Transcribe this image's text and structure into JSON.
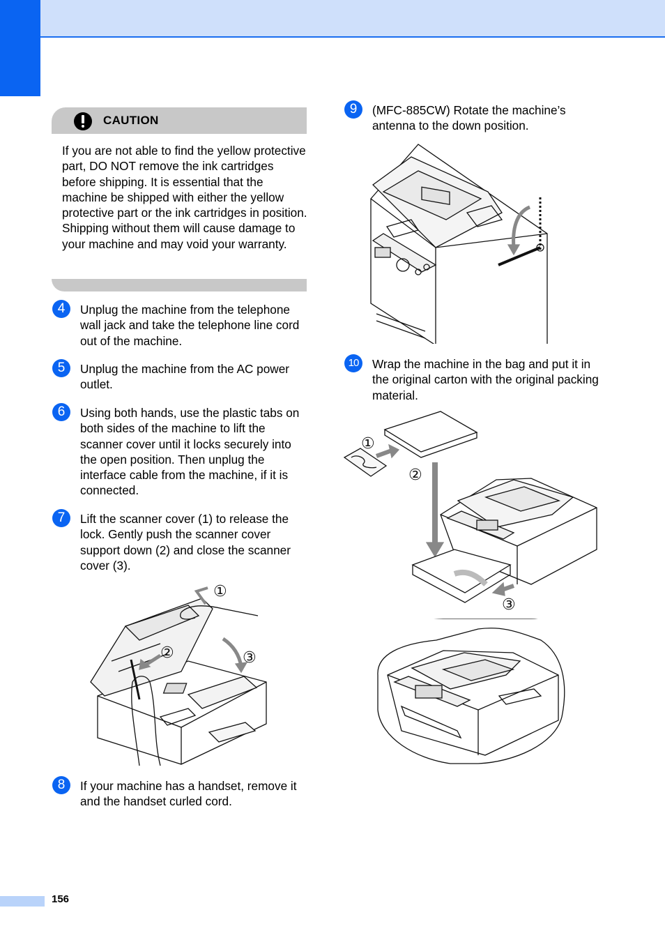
{
  "caution": {
    "title": "CAUTION",
    "body": "If you are not able to find the yellow protective part, DO NOT remove the ink cartridges before shipping. It is essential that the machine be shipped with either the yellow protective part or the ink cartridges in position. Shipping without them will cause damage to your machine and may void your warranty."
  },
  "steps": {
    "s4": {
      "number": "4",
      "text": "Unplug the machine from the telephone wall jack and take the telephone line cord out of the machine."
    },
    "s5": {
      "number": "5",
      "text": "Unplug the machine from the AC power outlet."
    },
    "s6": {
      "number": "6",
      "text": "Using both hands, use the plastic tabs on both sides of the machine to lift the scanner cover until it locks securely into the open position. Then unplug the interface cable from the machine, if it is connected."
    },
    "s7": {
      "number": "7",
      "text": "Lift the scanner cover (1) to release the lock. Gently push the scanner cover support down (2) and close the scanner cover (3)."
    },
    "s8": {
      "number": "8",
      "text": "If your machine has a handset, remove it and the handset curled cord."
    },
    "s9": {
      "number": "9",
      "text": "(MFC-885CW) Rotate the machine’s antenna to the down position."
    },
    "s10": {
      "number": "10",
      "text": "Wrap the machine in the bag and put it in the original carton with the original packing material."
    }
  },
  "callouts": {
    "scanner": [
      "①",
      "②",
      "③"
    ],
    "packing": [
      "①",
      "②",
      "③"
    ]
  },
  "footer": {
    "page_number": "156"
  }
}
